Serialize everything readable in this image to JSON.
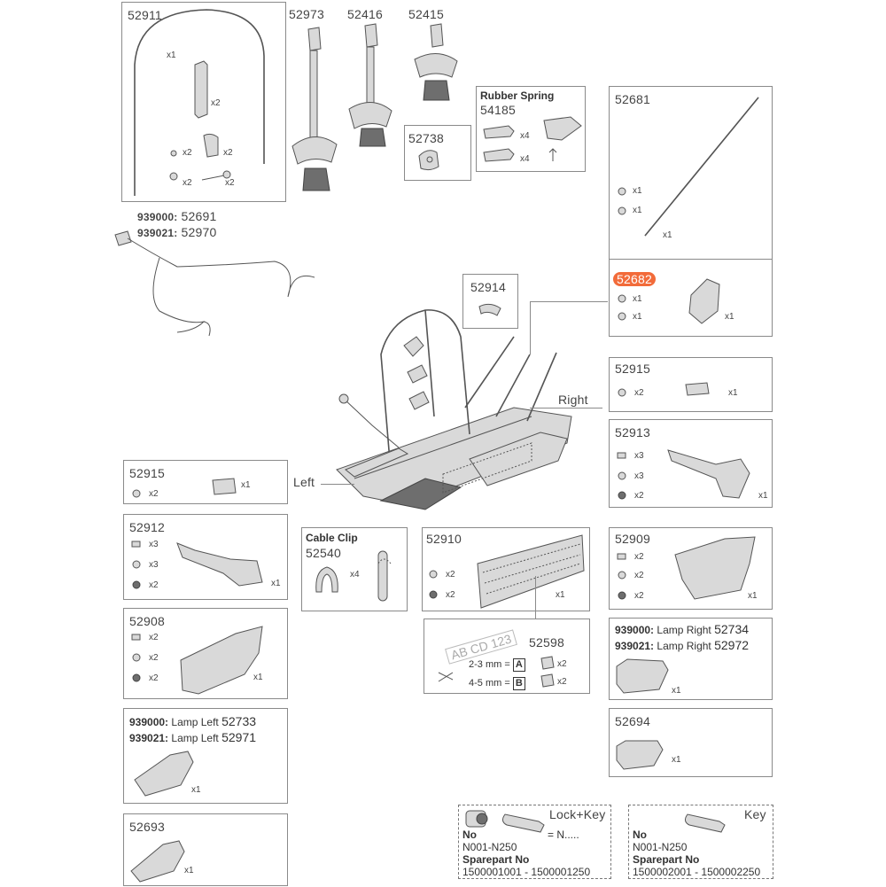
{
  "parts": {
    "p52911": {
      "num": "52911",
      "q1": "x1",
      "q2": "x2",
      "q3": "x2",
      "q4": "x2",
      "q5": "x2",
      "q6": "x2"
    },
    "p52973": {
      "num": "52973"
    },
    "p52416": {
      "num": "52416"
    },
    "p52415": {
      "num": "52415"
    },
    "p52738": {
      "num": "52738"
    },
    "rubber": {
      "title": "Rubber Spring",
      "num": "54185",
      "q1": "x4",
      "q2": "x4"
    },
    "p52681": {
      "num": "52681",
      "q1": "x1",
      "q2": "x1",
      "q3": "x1"
    },
    "p52682": {
      "num": "52682",
      "q1": "x1",
      "q2": "x1",
      "q3": "x1"
    },
    "cable": {
      "v1": "939000:",
      "n1": "52691",
      "v2": "939021:",
      "n2": "52970"
    },
    "p52914": {
      "num": "52914"
    },
    "p52915r": {
      "num": "52915",
      "q1": "x2",
      "q2": "x1"
    },
    "p52913": {
      "num": "52913",
      "q1": "x3",
      "q2": "x3",
      "q3": "x2",
      "q4": "x1"
    },
    "p52915l": {
      "num": "52915",
      "q1": "x2",
      "q2": "x1"
    },
    "p52912": {
      "num": "52912",
      "q1": "x3",
      "q2": "x3",
      "q3": "x2",
      "q4": "x1"
    },
    "p52908": {
      "num": "52908",
      "q1": "x2",
      "q2": "x2",
      "q3": "x2",
      "q4": "x1"
    },
    "lampL": {
      "v1": "939000:",
      "l1": "Lamp Left",
      "n1": "52733",
      "v2": "939021:",
      "l2": "Lamp Left",
      "n2": "52971",
      "q": "x1"
    },
    "p52693": {
      "num": "52693",
      "q": "x1"
    },
    "clip": {
      "title": "Cable Clip",
      "num": "52540",
      "q": "x4"
    },
    "p52910": {
      "num": "52910",
      "q1": "x2",
      "q2": "x2",
      "q3": "x1"
    },
    "plate": {
      "num": "52598",
      "plate_text": "AB CD 123",
      "r1": "2-3 mm =",
      "a": "A",
      "q1": "x2",
      "r2": "4-5 mm =",
      "b": "B",
      "q2": "x2"
    },
    "p52909": {
      "num": "52909",
      "q1": "x2",
      "q2": "x2",
      "q3": "x2",
      "q4": "x1"
    },
    "lampR": {
      "v1": "939000:",
      "l1": "Lamp Right",
      "n1": "52734",
      "v2": "939021:",
      "l2": "Lamp Right",
      "n2": "52972",
      "q": "x1"
    },
    "p52694": {
      "num": "52694",
      "q": "x1"
    },
    "lockkey": {
      "title": "Lock+Key",
      "no_label": "No",
      "eq": "= N.....",
      "range": "N001-N250",
      "sp_label": "Sparepart No",
      "sp": "1500001001 - 1500001250"
    },
    "key": {
      "title": "Key",
      "no_label": "No",
      "range": "N001-N250",
      "sp_label": "Sparepart No",
      "sp": "1500002001 - 1500002250"
    }
  },
  "labels": {
    "left": "Left",
    "right": "Right"
  },
  "colors": {
    "highlight": "#f26b3a",
    "stroke": "#555555",
    "border": "#8a8a8a"
  }
}
